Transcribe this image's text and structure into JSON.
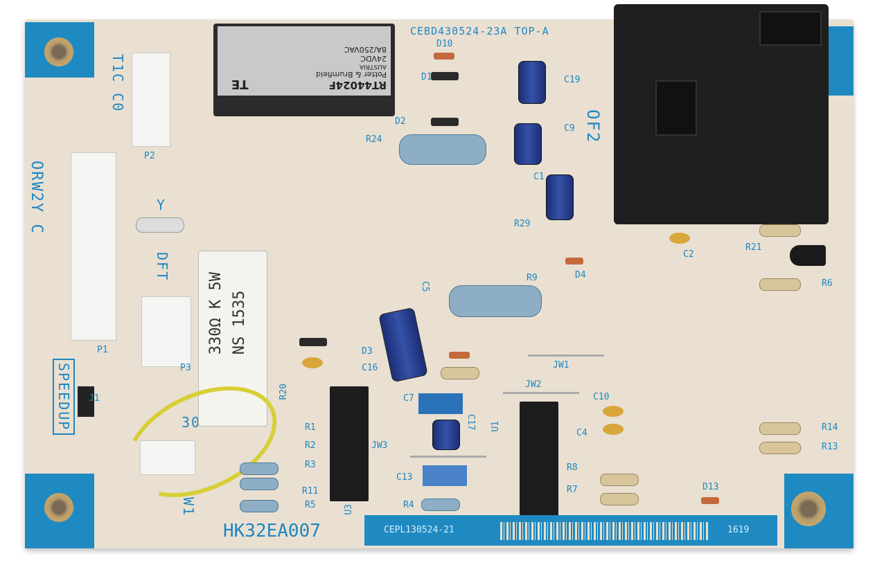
{
  "board": {
    "top_label": "CEBD430524-23A TOP-A",
    "part_number": "HK32EA007",
    "barcode_label": "CEPL130524-21",
    "date_code": "1619",
    "of_label": "OF2",
    "connector_p2_label": "T1C C0",
    "connector_p1_label": "ORW2Y C",
    "dft_label": "DFT",
    "y_label": "Y",
    "speedup_label": "SPEEDUP",
    "j1_label": "J1",
    "p1_label": "P1",
    "p2_label": "P2",
    "p3_label": "P3",
    "w1_label": "W1",
    "w1_num": "30"
  },
  "relay": {
    "brand": "TE",
    "maker": "Potter & Brumfield",
    "country": "AUSTRIA",
    "coil": "24VDC",
    "rating": "8A/250VAC",
    "model": "RT44024F"
  },
  "power_resistor": {
    "line1": "330Ω K 5W",
    "line2": "NS 1535"
  },
  "designators": [
    "D10",
    "D1",
    "D2",
    "R24",
    "C19",
    "C9",
    "C1",
    "R29",
    "C2",
    "R21",
    "R6",
    "D4",
    "R9",
    "C5",
    "D3",
    "C16",
    "JW1",
    "JW2",
    "U1",
    "C7",
    "C17",
    "JW3",
    "C13",
    "R4",
    "R1",
    "R2",
    "R3",
    "R11",
    "R5",
    "U3",
    "R20",
    "C10",
    "C4",
    "R14",
    "R13",
    "R8",
    "R7",
    "D13"
  ],
  "colors": {
    "board": "#e9e0d2",
    "silkscreen": "#1f86c0",
    "pad": "#1f8ac2"
  }
}
